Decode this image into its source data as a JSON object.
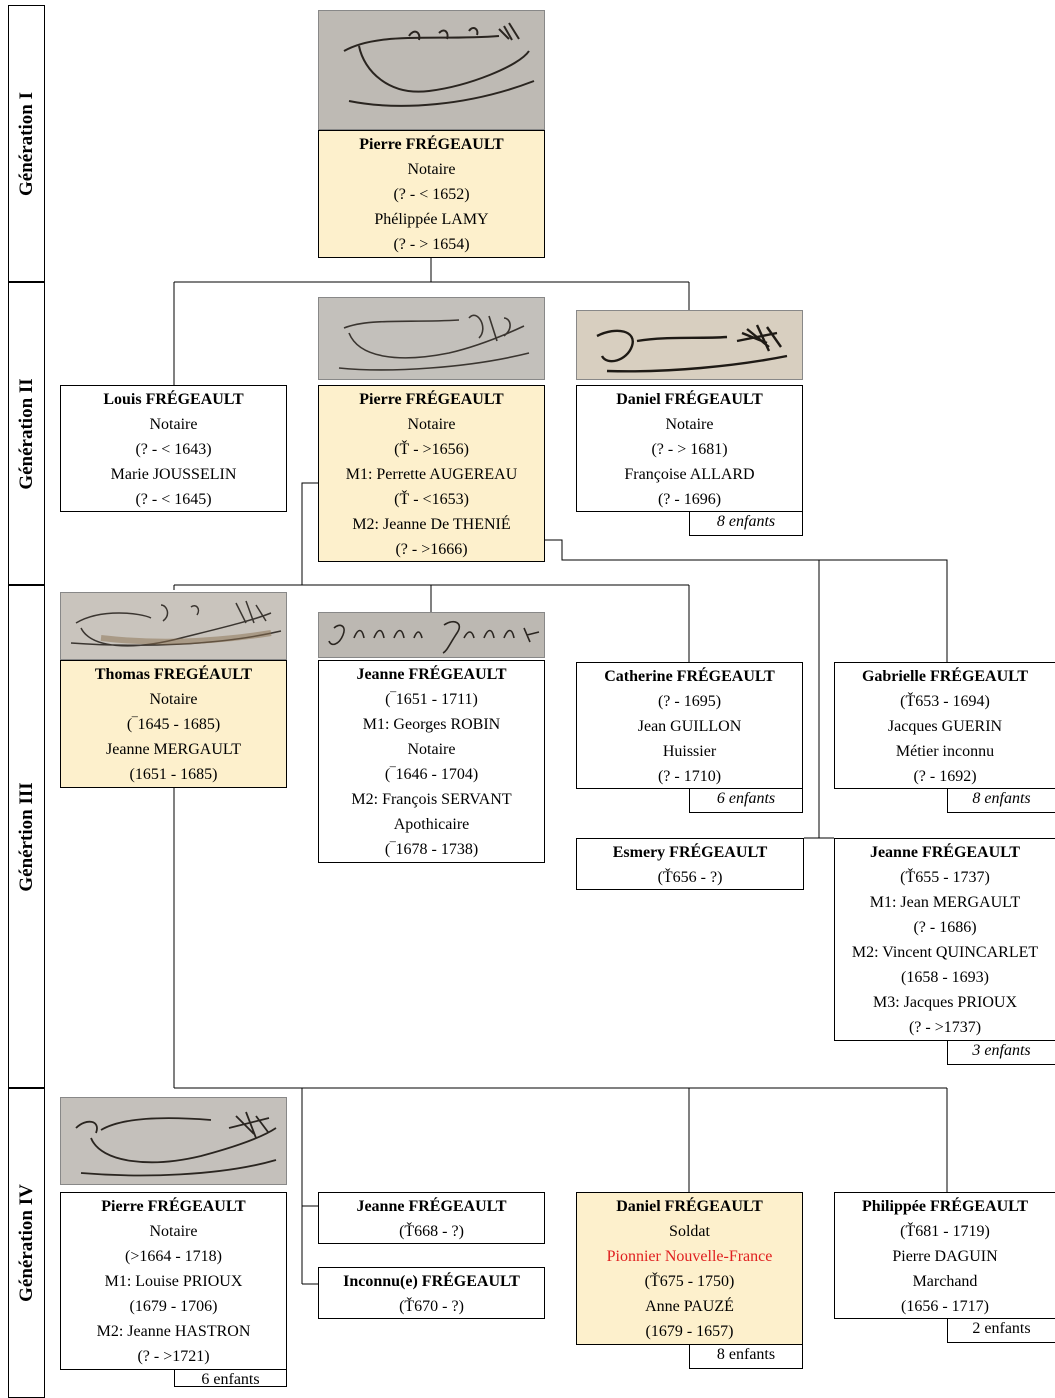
{
  "generations": [
    "Génération I",
    "Génération II",
    "Génértion III",
    "Génération IV"
  ],
  "persons": [
    {
      "id": "p1",
      "lines": [
        "Notaire",
        "(? - < 1652)",
        "Phélippée LAMY",
        "(? - > 1654)"
      ],
      "name": "Pierre FRÉGEAULT",
      "highlight": true
    },
    {
      "id": "louis",
      "lines": [
        "Notaire",
        "(? - < 1643)",
        "Marie JOUSSELIN",
        "(? - < 1645)"
      ],
      "name": "Louis FRÉGEAULT",
      "highlight": false
    },
    {
      "id": "p2",
      "lines": [
        "Notaire",
        "(Ť - >1656)",
        "M1: Perrette AUGEREAU",
        "(Ť - <1653)",
        "M2: Jeanne De THENIÉ",
        "(? - >1666)"
      ],
      "name": "Pierre FRÉGEAULT",
      "highlight": true
    },
    {
      "id": "daniel2",
      "lines": [
        "Notaire",
        "(? - > 1681)",
        "Françoise ALLARD",
        "(? - 1696)"
      ],
      "name": "Daniel FRÉGEAULT",
      "highlight": false
    },
    {
      "id": "thomas",
      "lines": [
        "Notaire",
        "(‾1645 - 1685)",
        "Jeanne MERGAULT",
        "(1651 - 1685)"
      ],
      "name": "Thomas FREGÉAULT",
      "highlight": true
    },
    {
      "id": "jeanne3a",
      "lines": [
        "(‾1651 - 1711)",
        "M1: Georges ROBIN",
        "Notaire",
        "(‾1646 - 1704)",
        "M2: François SERVANT",
        "Apothicaire",
        "(‾1678 - 1738)"
      ],
      "name": "Jeanne FRÉGEAULT",
      "highlight": false
    },
    {
      "id": "catherine",
      "lines": [
        "(? - 1695)",
        "Jean GUILLON",
        "Huissier",
        "(? - 1710)"
      ],
      "name": "Catherine FRÉGEAULT",
      "highlight": false
    },
    {
      "id": "gabrielle",
      "lines": [
        "(Ť653 - 1694)",
        "Jacques GUERIN",
        "Métier inconnu",
        "(? - 1692)"
      ],
      "name": "Gabrielle FRÉGEAULT",
      "highlight": false
    },
    {
      "id": "esmery",
      "lines": [
        "(Ť656 - ?)"
      ],
      "name": "Esmery FRÉGEAULT",
      "highlight": false
    },
    {
      "id": "jeanne3b",
      "lines": [
        "(Ť655 - 1737)",
        "M1: Jean MERGAULT",
        "(? - 1686)",
        "M2: Vincent QUINCARLET",
        "(1658 - 1693)",
        "M3: Jacques PRIOUX",
        "(? - >1737)"
      ],
      "name": "Jeanne FRÉGEAULT",
      "highlight": false
    },
    {
      "id": "p4",
      "lines": [
        "Notaire",
        "(>1664 - 1718)",
        "M1: Louise PRIOUX",
        "(1679 - 1706)",
        "M2: Jeanne HASTRON",
        "(? - >1721)"
      ],
      "name": "Pierre FRÉGEAULT",
      "highlight": false
    },
    {
      "id": "jeanne4",
      "lines": [
        "(Ť668 - ?)"
      ],
      "name": "Jeanne FRÉGEAULT",
      "highlight": false
    },
    {
      "id": "inconnu",
      "lines": [
        "(Ť670 - ?)"
      ],
      "name": "Inconnu(e) FRÉGEAULT",
      "highlight": false
    },
    {
      "id": "daniel4",
      "lines": [
        "Soldat"
      ],
      "red": "Pionnier Nouvelle-France",
      "lines2": [
        "(Ť675 - 1750)",
        "Anne PAUZÉ",
        "(1679 - 1657)"
      ],
      "name": "Daniel FRÉGEAULT",
      "highlight": true
    },
    {
      "id": "philippee",
      "lines": [
        "(Ť681 - 1719)",
        "Pierre DAGUIN",
        "Marchand",
        "(1656 - 1717)"
      ],
      "name": "Philippée FRÉGEAULT",
      "highlight": false
    }
  ],
  "children_notes": {
    "daniel2": "8 enfants",
    "catherine": "6 enfants",
    "gabrielle": "8 enfants",
    "jeanne3b": "3 enfants",
    "p4": "6 enfants",
    "daniel4": "8 enfants",
    "philippee": "2 enfants"
  },
  "signatures": [
    "Fregeault",
    "fregeault",
    "Fregeault",
    "fregeault",
    "Jeanne Fregeault",
    "Fregeault"
  ],
  "colors": {
    "highlight": "#fdf0cc",
    "note_red": "#e02020",
    "signature_bg": "#c9c4bd"
  }
}
